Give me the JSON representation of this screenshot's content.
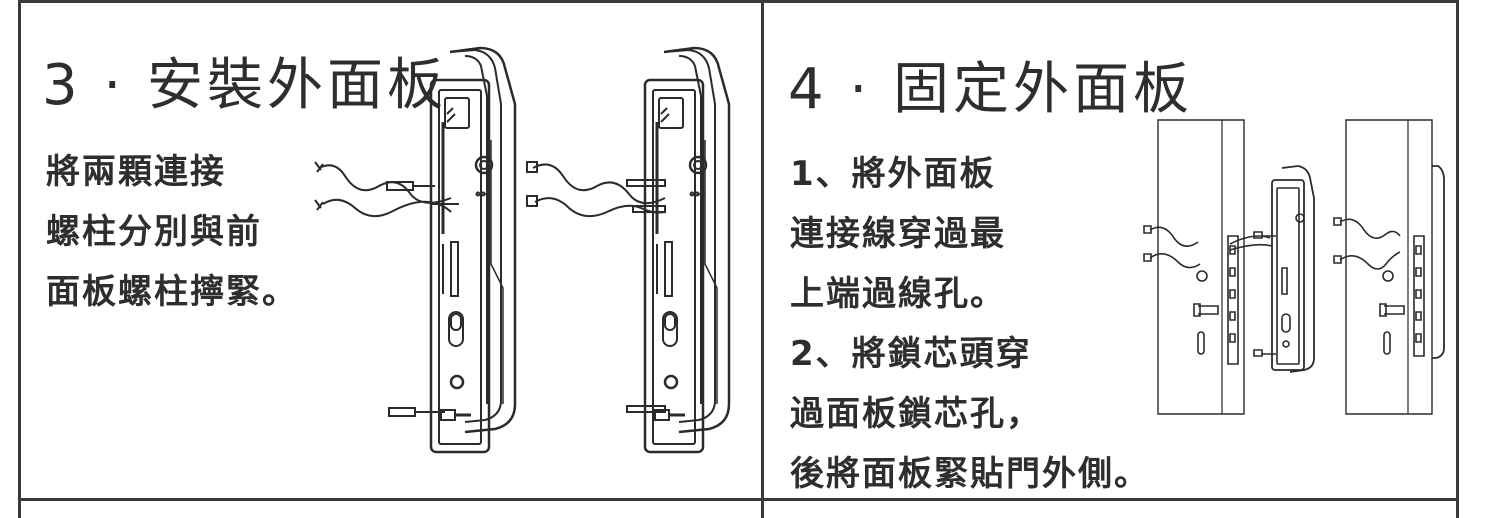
{
  "step3": {
    "title": "3 · 安裝外面板",
    "lines": [
      "將兩顆連接",
      "螺柱分別與前",
      "面板螺柱擰緊。"
    ]
  },
  "step4": {
    "title": "4 · 固定外面板",
    "lines": [
      "1、將外面板",
      "連接線穿過最",
      "上端過線孔。",
      "2、將鎖芯頭穿",
      "過面板鎖芯孔，",
      "後將面板緊貼門外側。"
    ]
  }
}
